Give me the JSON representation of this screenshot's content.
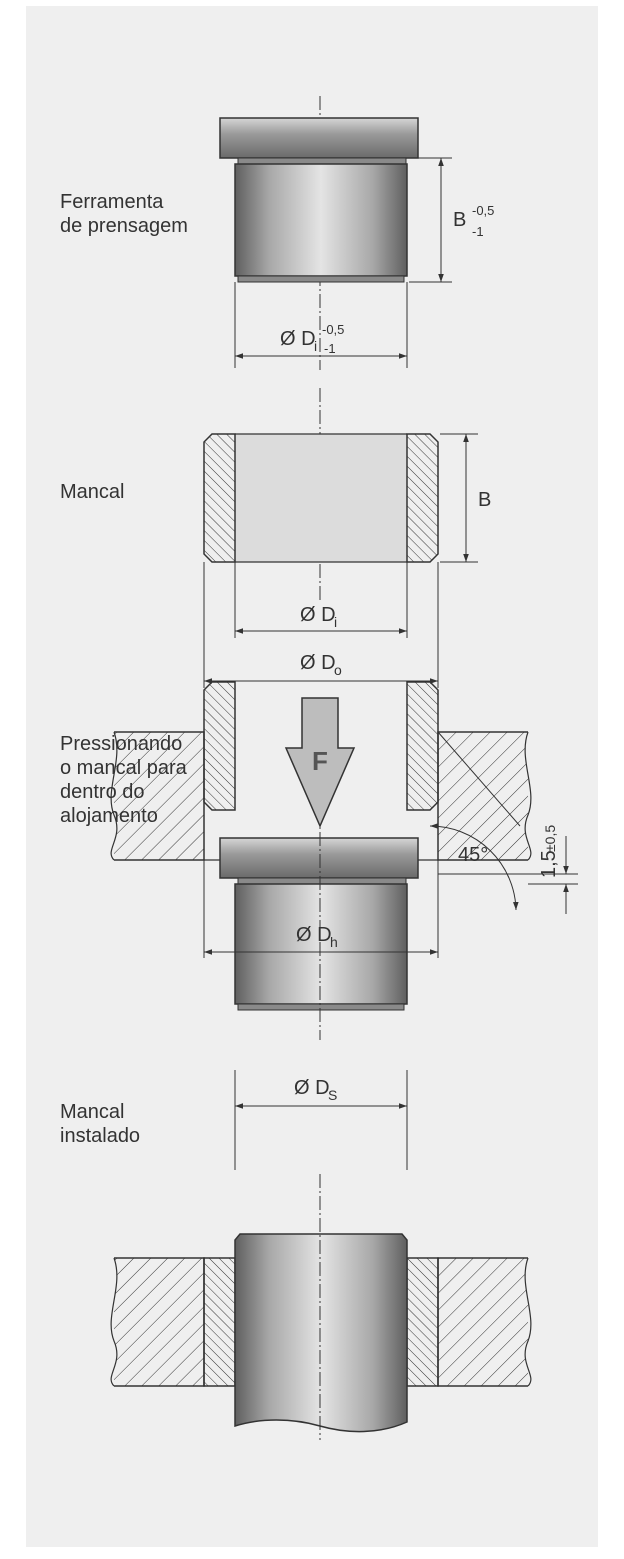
{
  "sections": {
    "press_tool": {
      "label_line1": "Ferramenta",
      "label_line2": "de prensagem"
    },
    "bearing": {
      "label": "Mancal"
    },
    "pressing": {
      "label_line1": "Pressionando",
      "label_line2": "o mancal para",
      "label_line3": "dentro do",
      "label_line4": "alojamento"
    },
    "installed": {
      "label_line1": "Mancal",
      "label_line2": "instalado"
    }
  },
  "dimensions": {
    "tool_width": {
      "symbol": "B",
      "tol_upper": "-0,5",
      "tol_lower": "-1"
    },
    "tool_diameter": {
      "prefix": "Ø D",
      "sub": "i",
      "tol_upper": "-0,5",
      "tol_lower": "-1"
    },
    "bearing_width": {
      "text": "B"
    },
    "inner_diameter": {
      "prefix": "Ø D",
      "sub": "i"
    },
    "outer_diameter": {
      "prefix": "Ø D",
      "sub": "o"
    },
    "force": {
      "text": "F"
    },
    "chamfer_angle": {
      "text": "45°"
    },
    "chamfer_depth": {
      "value": "1,5",
      "tol": "±0,5"
    },
    "housing_diameter": {
      "prefix": "Ø D",
      "sub": "h"
    },
    "shaft_diameter": {
      "prefix": "Ø D",
      "sub": "S"
    }
  },
  "colors": {
    "background": "#efefef",
    "line": "#333333",
    "metal_dark": "#6e6e6e",
    "metal_light": "#d0d0d0",
    "bearing_bore": "#dcdcdc",
    "arrow_fill": "#bdbdbd"
  }
}
